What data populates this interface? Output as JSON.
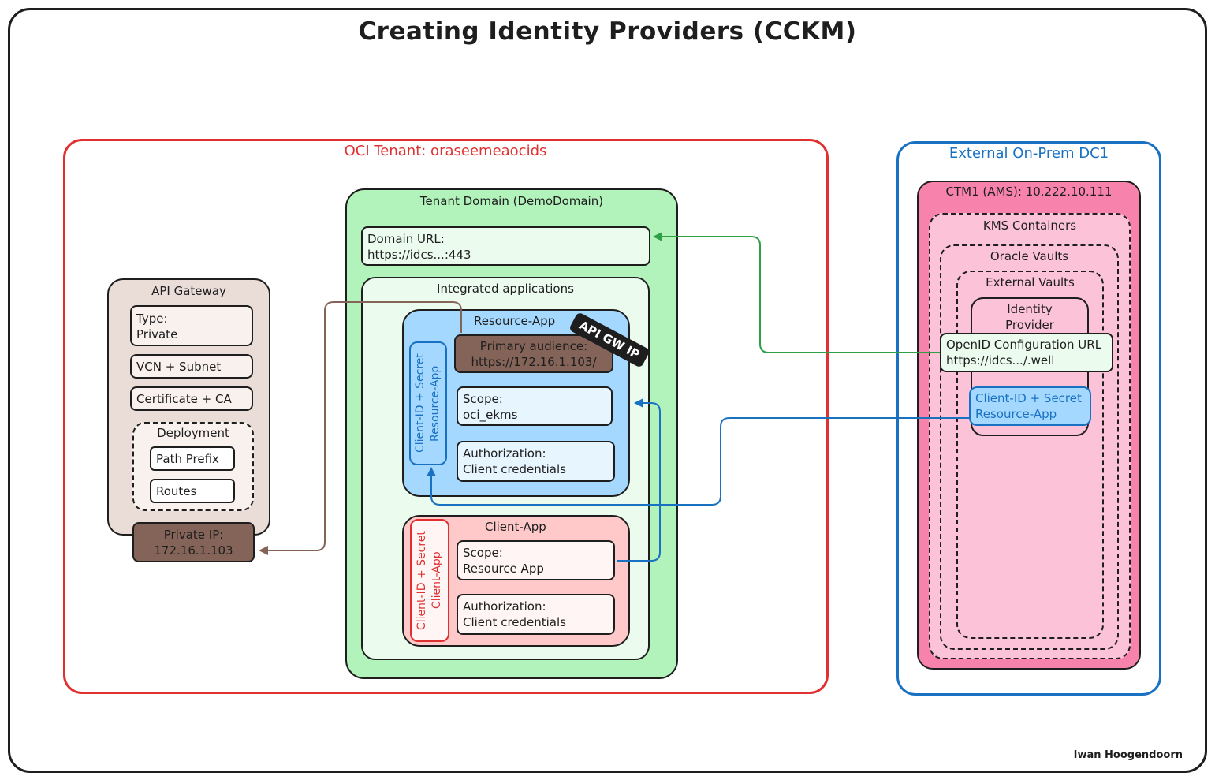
{
  "title": "Creating Identity Providers (CCKM)",
  "author": "Iwan Hoogendoorn",
  "oci_tenant": {
    "label": "OCI Tenant: oraseemeaocids",
    "api_gateway": {
      "label": "API Gateway",
      "type": "Type:\nPrivate",
      "vcn": "VCN + Subnet",
      "certificate": "Certificate + CA",
      "deployment": {
        "label": "Deployment",
        "path_prefix": "Path Prefix",
        "routes": "Routes"
      },
      "private_ip": "Private IP:\n172.16.1.103"
    },
    "tenant_domain": {
      "label": "Tenant Domain (DemoDomain)",
      "domain_url": "Domain URL:\nhttps://idcs...:443",
      "integrated_apps": {
        "label": "Integrated applications",
        "resource_app": {
          "label": "Resource-App",
          "badge": "API GW IP",
          "client_secret": "Client-ID + Secret\nResource-App",
          "primary_audience": "Primary audience:\nhttps://172.16.1.103/",
          "scope": "Scope:\noci_ekms",
          "authorization": "Authorization:\nClient credentials"
        },
        "client_app": {
          "label": "Client-App",
          "client_secret": "Client-ID + Secret\nClient-App",
          "scope": "Scope:\nResource App",
          "authorization": "Authorization:\nClient credentials"
        }
      }
    }
  },
  "external_dc": {
    "label": "External On-Prem DC1",
    "ctm": {
      "label": "CTM1 (AMS): 10.222.10.111",
      "kms_containers": "KMS Containers",
      "oracle_vaults": "Oracle Vaults",
      "external_vaults": "External Vaults",
      "identity_provider": "Identity\nProvider",
      "openid": "OpenID Configuration URL\nhttps://idcs.../.well",
      "client_secret": "Client-ID + Secret\nResource-App"
    }
  },
  "colors": {
    "red": "#e03131",
    "blue": "#1971c2",
    "green": "#2f9e44",
    "brown": "#846358",
    "tenant_fill": "#b2f2bb",
    "resource_fill": "#a5d8ff",
    "client_fill": "#ffc9c9",
    "ctm_fill": "#f783ac"
  }
}
